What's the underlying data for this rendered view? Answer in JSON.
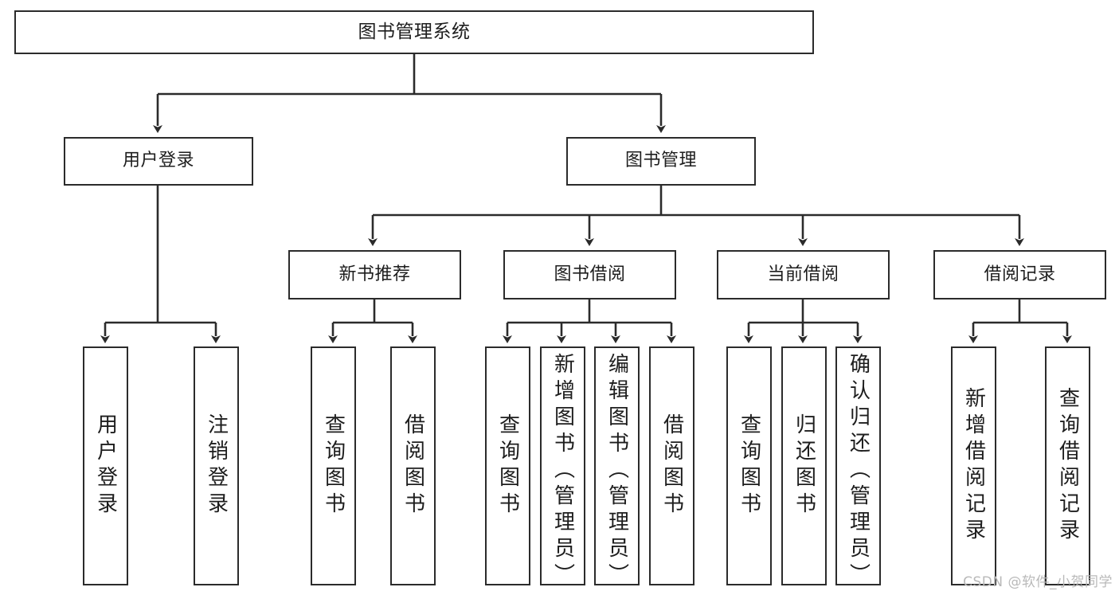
{
  "diagram": {
    "title": "图书管理系统",
    "type": "tree",
    "watermark": "CSDN @软件_小贺同学",
    "colors": {
      "border": "#2b2b2b",
      "fill": "#ffffff",
      "connector": "#2b2b2b",
      "text": "#1d1d1d",
      "watermark": "#b9b9b9"
    },
    "root": {
      "label": "图书管理系统"
    },
    "level2": [
      {
        "label": "用户登录"
      },
      {
        "label": "图书管理"
      }
    ],
    "level3": [
      {
        "label": "新书推荐"
      },
      {
        "label": "图书借阅"
      },
      {
        "label": "当前借阅"
      },
      {
        "label": "借阅记录"
      }
    ],
    "leaves": {
      "user_login": [
        {
          "label": "用户登录"
        },
        {
          "label": "注销登录"
        }
      ],
      "new_book_recommend": [
        {
          "label": "查询图书"
        },
        {
          "label": "借阅图书"
        }
      ],
      "book_borrow": [
        {
          "label": "查询图书"
        },
        {
          "label": "新增图书（管理员）"
        },
        {
          "label": "编辑图书（管理员）"
        },
        {
          "label": "借阅图书"
        }
      ],
      "current_borrow": [
        {
          "label": "查询图书"
        },
        {
          "label": "归还图书"
        },
        {
          "label": "确认归还（管理员）"
        }
      ],
      "borrow_records": [
        {
          "label": "新增借阅记录"
        },
        {
          "label": "查询借阅记录"
        }
      ]
    }
  }
}
